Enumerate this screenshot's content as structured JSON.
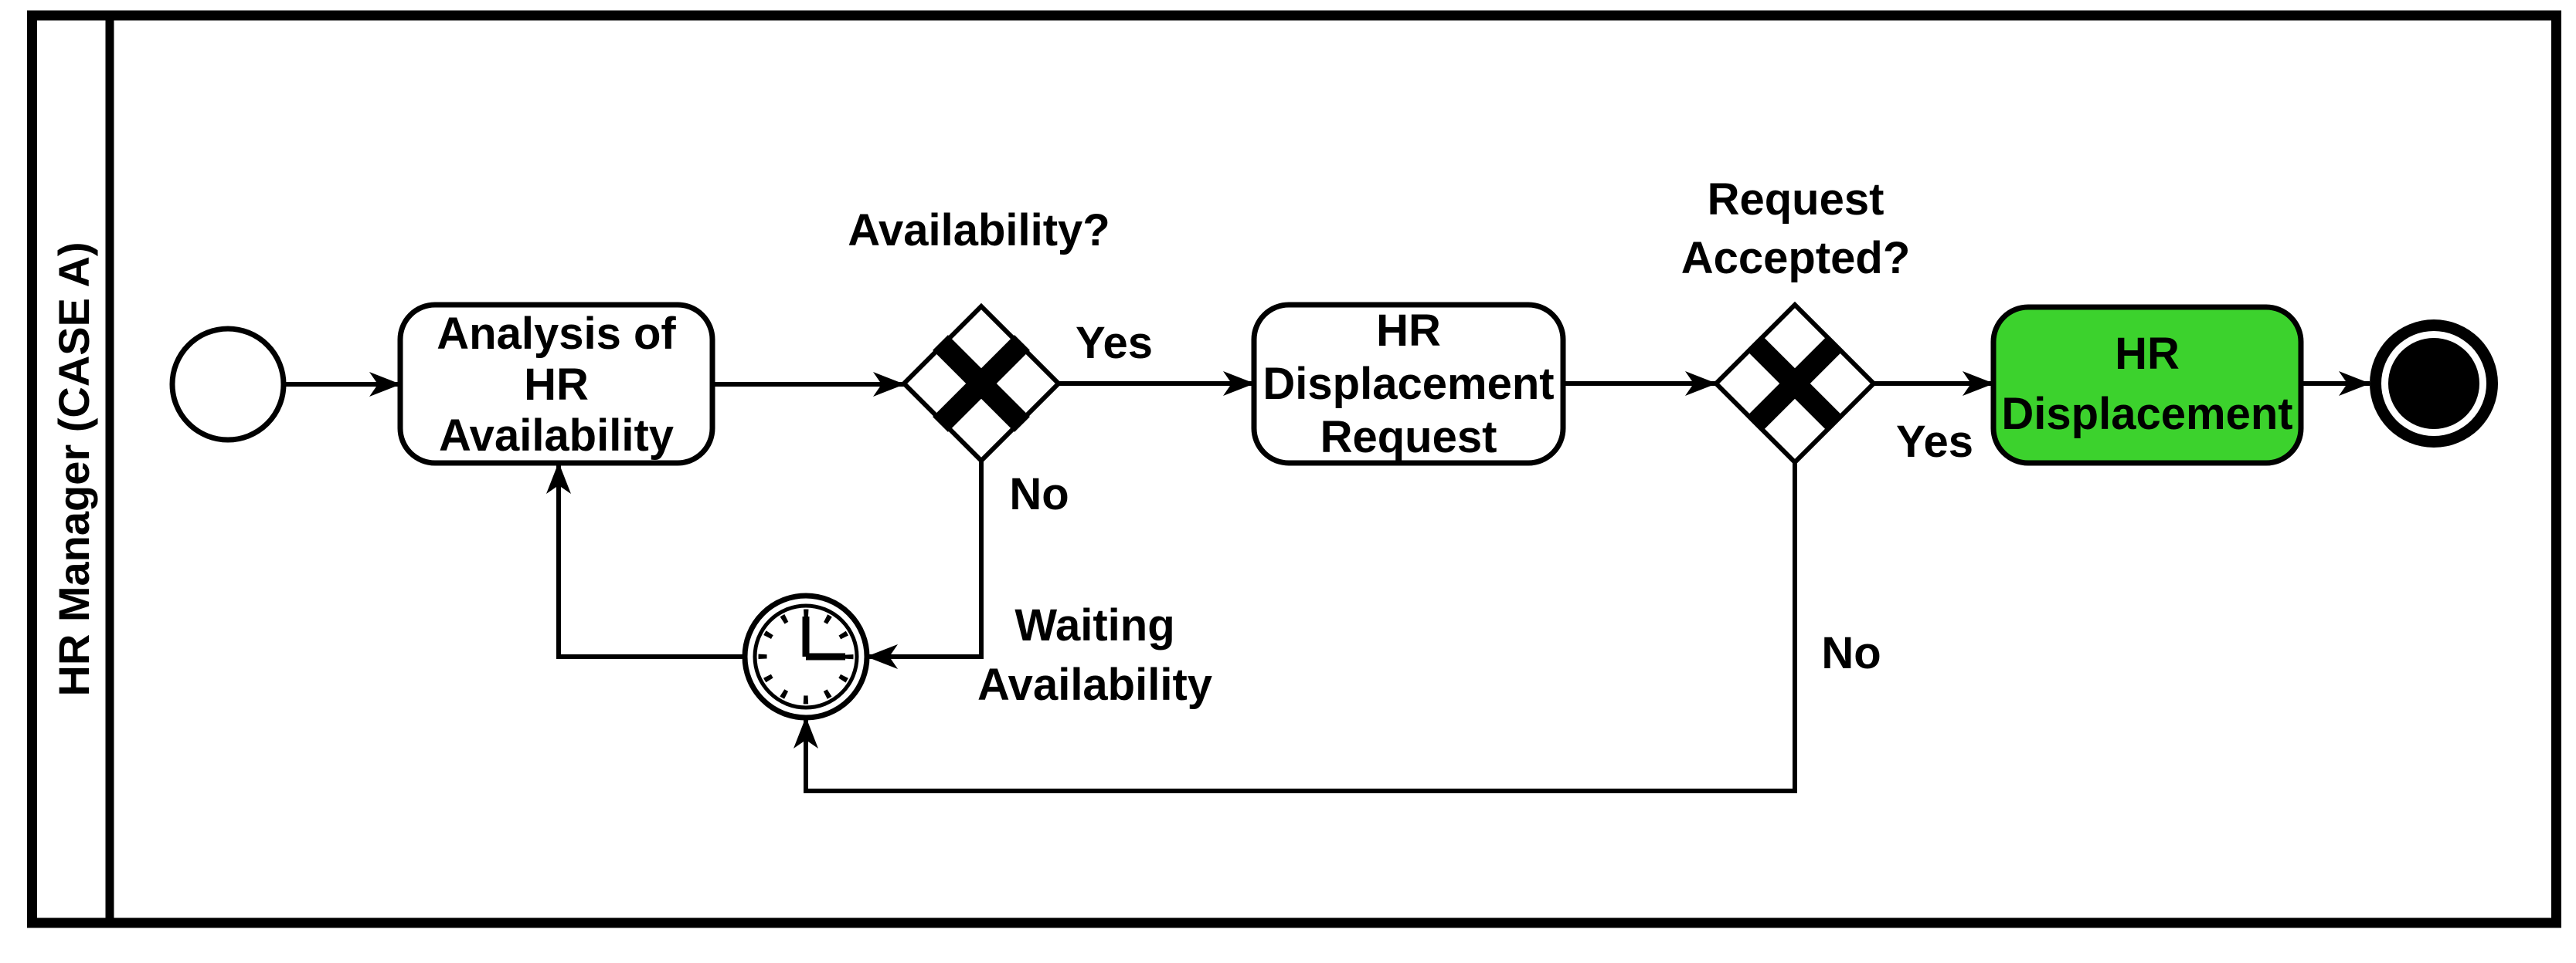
{
  "title": "BPMN process diagram",
  "lane": {
    "label": "HR Manager (CASE A)"
  },
  "nodes": {
    "start": {
      "type": "start-event"
    },
    "analysis_task": {
      "line1": "Analysis of",
      "line2": "HR",
      "line3": "Availability"
    },
    "availability_gateway": {
      "label": "Availability?"
    },
    "request_task": {
      "line1": "HR",
      "line2": "Displacement",
      "line3": "Request"
    },
    "accepted_gateway": {
      "label_line1": "Request",
      "label_line2": "Accepted?"
    },
    "displacement_task": {
      "line1": "HR",
      "line2": "Displacement",
      "fill": "#3cd22d"
    },
    "timer": {
      "label_line1": "Waiting",
      "label_line2": "Availability"
    },
    "end": {
      "type": "end-event"
    }
  },
  "edges": {
    "availability_yes": "Yes",
    "availability_no": "No",
    "accepted_yes": "Yes",
    "accepted_no": "No"
  },
  "icons": {
    "gateway_marker": "x-exclusive-gateway-icon",
    "timer_marker": "clock-icon",
    "arrowhead": "sequence-flow-arrowhead"
  },
  "colors": {
    "background": "#ffffff",
    "stroke": "#000000",
    "task_highlight": "#3cd22d"
  }
}
